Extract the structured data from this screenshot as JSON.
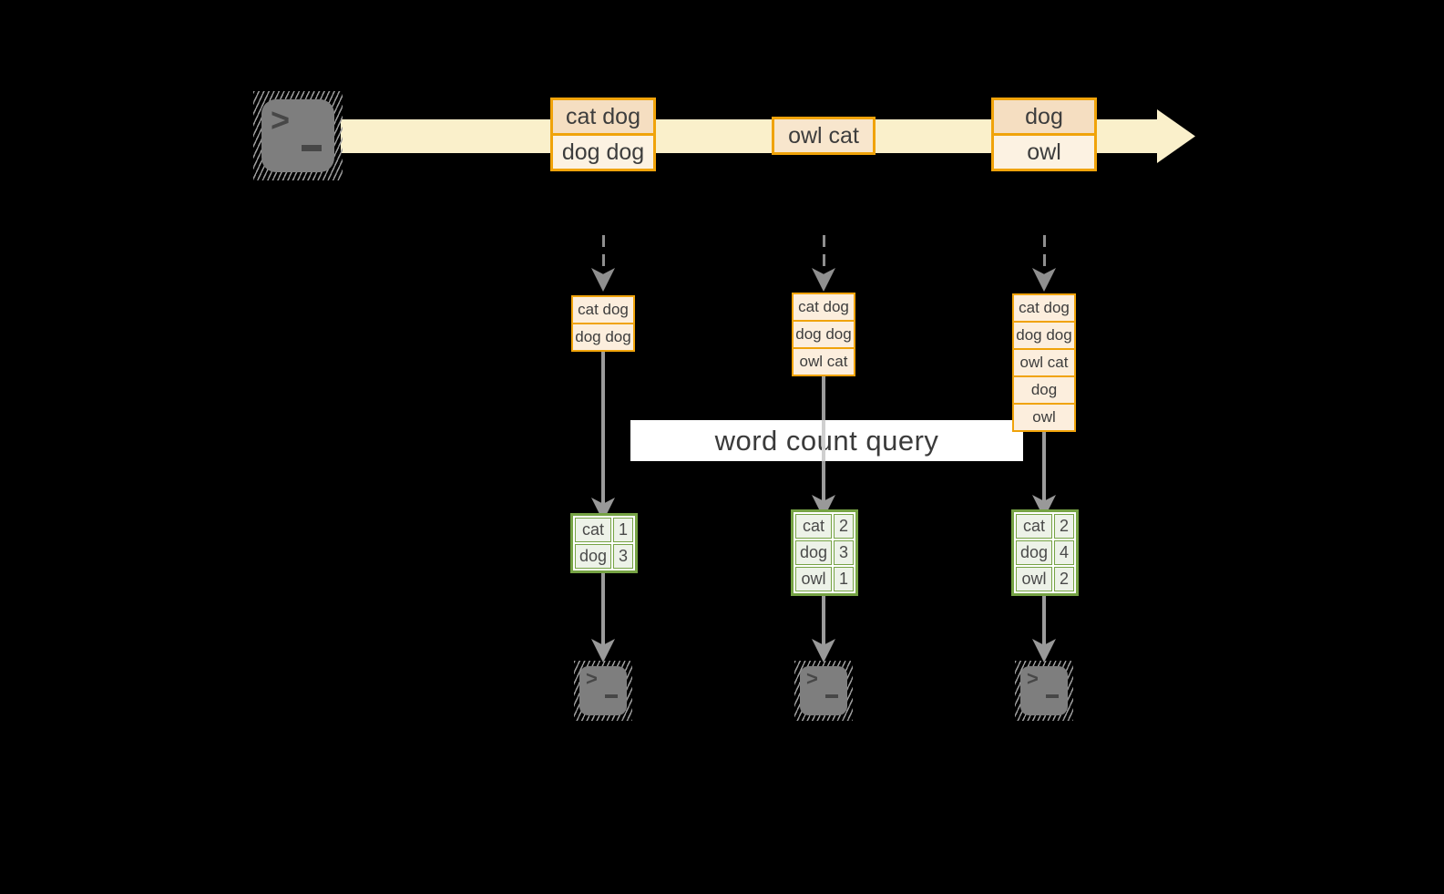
{
  "diagram": {
    "query_label": "word count query",
    "terminal_glyph": ">",
    "timeline_events": [
      {
        "cells": [
          "cat dog",
          "dog dog"
        ]
      },
      {
        "cells": [
          "owl cat"
        ]
      },
      {
        "cells": [
          "dog",
          "owl"
        ]
      }
    ],
    "batches": [
      {
        "items": [
          "cat dog",
          "dog dog"
        ]
      },
      {
        "items": [
          "cat dog",
          "dog dog",
          "owl cat"
        ]
      },
      {
        "items": [
          "cat dog",
          "dog dog",
          "owl cat",
          "dog",
          "owl"
        ]
      }
    ],
    "result_tables": [
      {
        "rows": [
          {
            "word": "cat",
            "count": "1"
          },
          {
            "word": "dog",
            "count": "3"
          }
        ]
      },
      {
        "rows": [
          {
            "word": "cat",
            "count": "2"
          },
          {
            "word": "dog",
            "count": "3"
          },
          {
            "word": "owl",
            "count": "1"
          }
        ]
      },
      {
        "rows": [
          {
            "word": "cat",
            "count": "2"
          },
          {
            "word": "dog",
            "count": "4"
          },
          {
            "word": "owl",
            "count": "2"
          }
        ]
      }
    ],
    "colors": {
      "background": "#000000",
      "stream_band": "#faf0cb",
      "event_border": "#f0a30a",
      "event_cell_peach": "#f5dec1",
      "event_cell_cream": "#fcf2e2",
      "batch_cell": "#fceedd",
      "table_border": "#76a344",
      "table_cell": "#edf2e8",
      "arrow_gray": "#999999",
      "terminal_gray": "#7e7e7e",
      "query_label_bg": "#ffffff"
    }
  }
}
